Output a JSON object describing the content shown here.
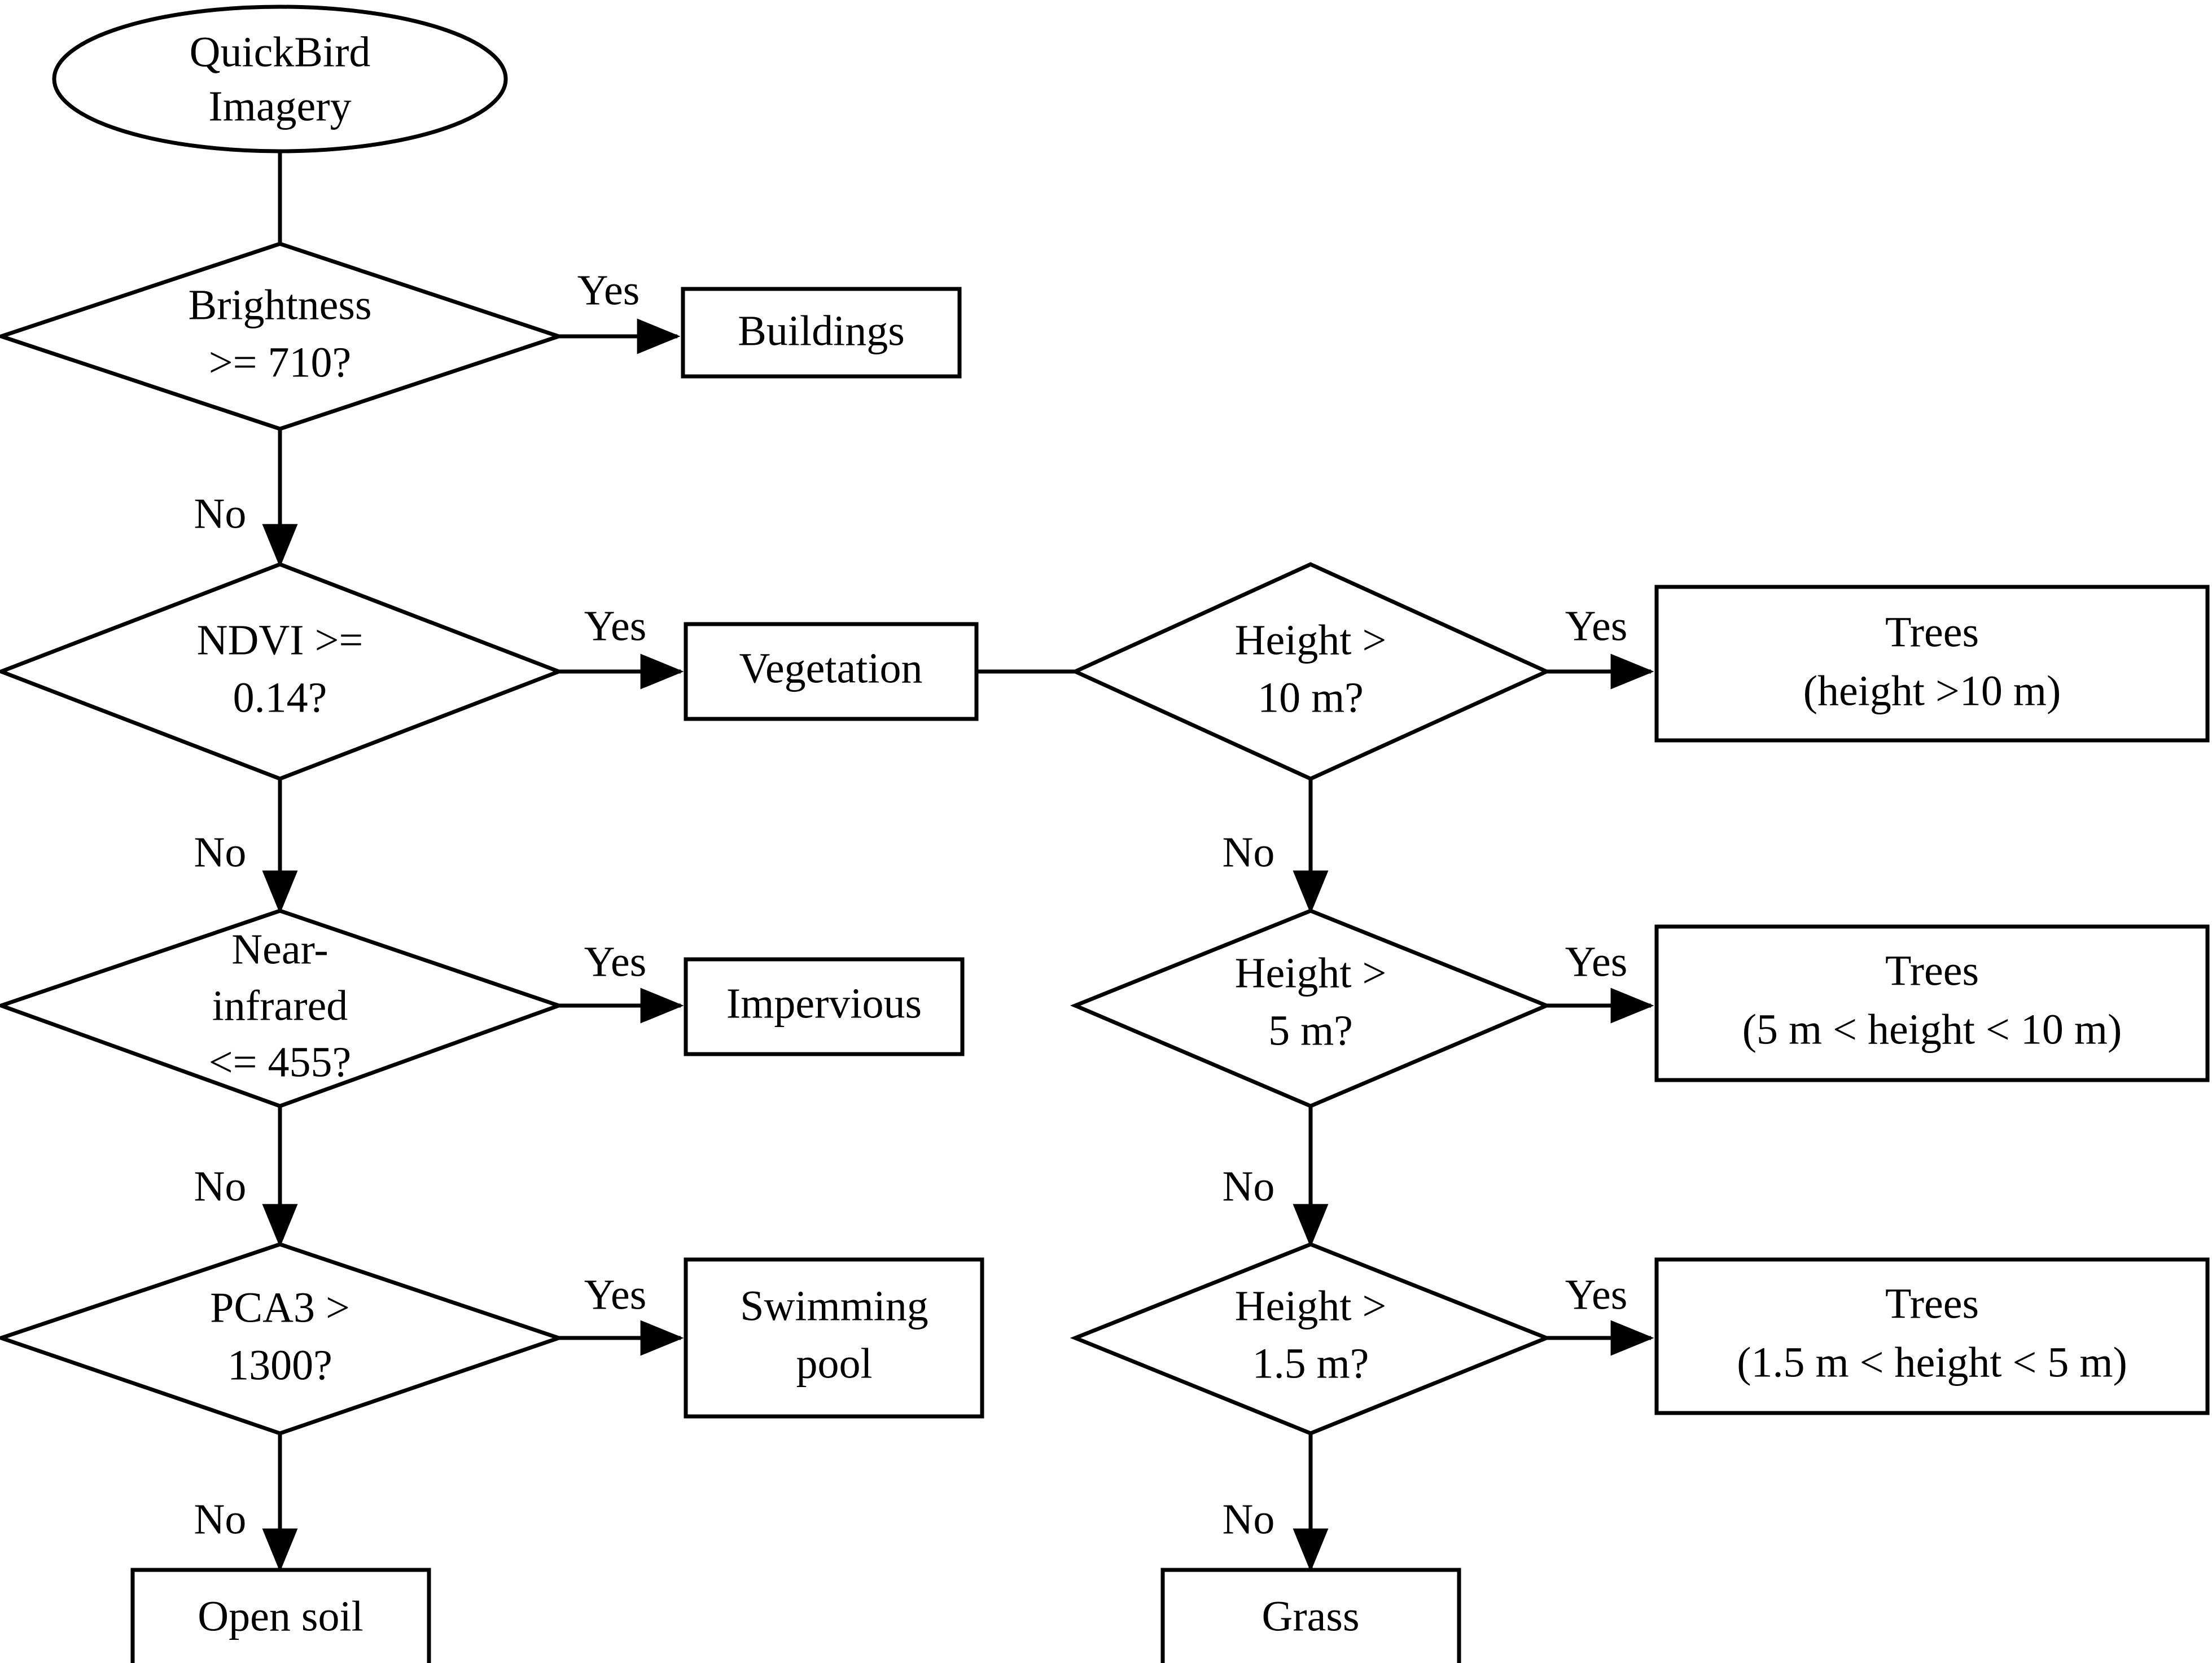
{
  "diagram": {
    "title": "QuickBird imagery land-cover classification decision tree",
    "background_color": "#ffffff",
    "line_color": "#000000",
    "nodes": {
      "source": {
        "type": "ellipse",
        "line1": "QuickBird",
        "line2": "Imagery"
      },
      "brightness": {
        "type": "decision",
        "line1": "Brightness",
        "line2": ">= 710?"
      },
      "buildings": {
        "type": "process",
        "line1": "Buildings"
      },
      "ndvi": {
        "type": "decision",
        "line1": "NDVI >=",
        "line2": "0.14?"
      },
      "vegetation": {
        "type": "process",
        "line1": "Vegetation"
      },
      "nir": {
        "type": "decision",
        "line1": "Near-",
        "line2": "infrared",
        "line3": "<= 455?"
      },
      "impervious": {
        "type": "process",
        "line1": "Impervious"
      },
      "pca3": {
        "type": "decision",
        "line1": "PCA3 >",
        "line2": "1300?"
      },
      "swimming_pool": {
        "type": "process",
        "line1": "Swimming",
        "line2": "pool"
      },
      "open_soil": {
        "type": "process",
        "line1": "Open soil"
      },
      "height10": {
        "type": "decision",
        "line1": "Height >",
        "line2": "10 m?"
      },
      "trees10": {
        "type": "process",
        "line1": "Trees",
        "line2": "(height >10 m)"
      },
      "height5": {
        "type": "decision",
        "line1": "Height >",
        "line2": "5 m?"
      },
      "trees5": {
        "type": "process",
        "line1": "Trees",
        "line2": "(5 m < height < 10 m)"
      },
      "height15": {
        "type": "decision",
        "line1": "Height >",
        "line2": "1.5 m?"
      },
      "trees15": {
        "type": "process",
        "line1": "Trees",
        "line2": "(1.5 m < height < 5 m)"
      },
      "grass": {
        "type": "process",
        "line1": "Grass"
      }
    },
    "edge_labels": {
      "brightness_yes": "Yes",
      "brightness_no": "No",
      "ndvi_yes": "Yes",
      "ndvi_no": "No",
      "nir_yes": "Yes",
      "nir_no": "No",
      "pca3_yes": "Yes",
      "pca3_no": "No",
      "height10_yes": "Yes",
      "height10_no": "No",
      "height5_yes": "Yes",
      "height5_no": "No",
      "height15_yes": "Yes",
      "height15_no": "No"
    }
  }
}
